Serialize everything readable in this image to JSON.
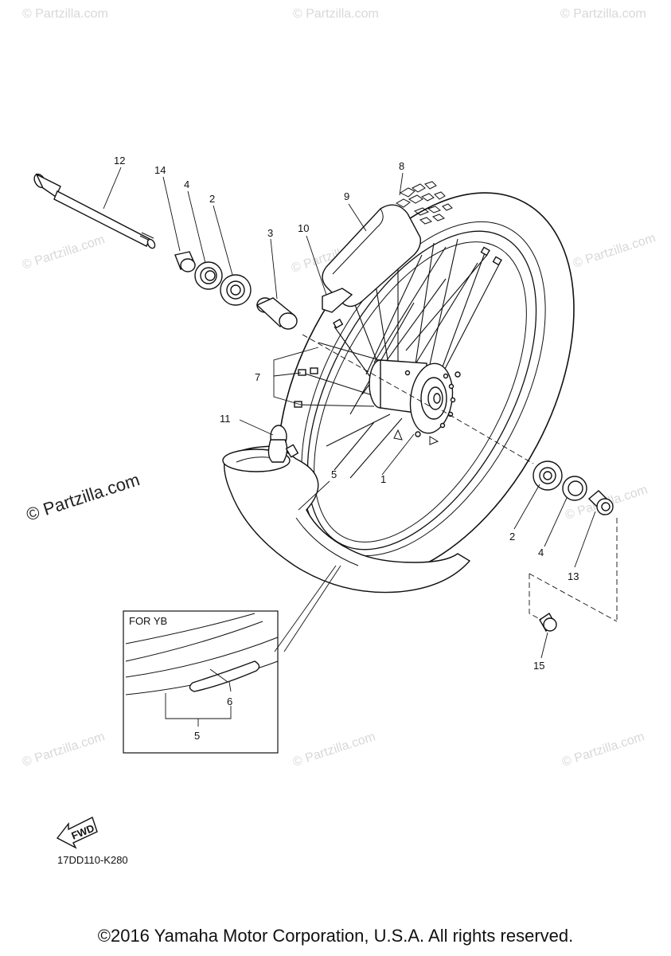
{
  "callouts": {
    "c1": "1",
    "c2a": "2",
    "c2b": "2",
    "c3": "3",
    "c4a": "4",
    "c4b": "4",
    "c5": "5",
    "c7": "7",
    "c8": "8",
    "c9": "9",
    "c10": "10",
    "c11": "11",
    "c12": "12",
    "c13": "13",
    "c14": "14",
    "c15": "15"
  },
  "inset": {
    "title": "FOR YB",
    "label_5": "5",
    "label_6": "6"
  },
  "fwd_label": "FWD",
  "diagram_code": "17DD110-K280",
  "watermarks": {
    "small": "© Partzilla.com",
    "large": "© Partzilla.com"
  },
  "copyright": "©2016 Yamaha Motor Corporation, U.S.A. All rights reserved."
}
